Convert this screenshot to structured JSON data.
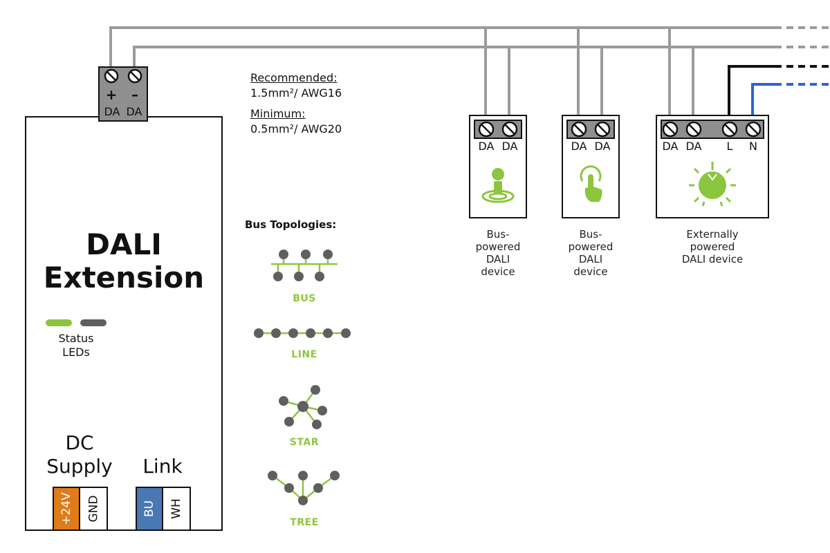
{
  "main_unit": {
    "title_line1": "DALI",
    "title_line2": "Extension",
    "status_label_line1": "Status",
    "status_label_line2": "LEDs",
    "dc_label_line1": "DC",
    "dc_label_line2": "Supply",
    "link_label": "Link",
    "terminals": {
      "plus": "+",
      "minus": "–",
      "da1": "DA",
      "da2": "DA",
      "v24": "+24V",
      "gnd": "GND",
      "bu": "BU",
      "wh": "WH"
    }
  },
  "cable_spec": {
    "recommended_label": "Recommended:",
    "recommended_value": "1.5mm²/ AWG16",
    "minimum_label": "Minimum:",
    "minimum_value": "0.5mm²/ AWG20"
  },
  "topologies": {
    "heading": "Bus Topologies:",
    "items": [
      "BUS",
      "LINE",
      "STAR",
      "TREE"
    ]
  },
  "devices": [
    {
      "terminals": [
        "DA",
        "DA"
      ],
      "caption": [
        "Bus-",
        "powered",
        "DALI",
        "device"
      ]
    },
    {
      "terminals": [
        "DA",
        "DA"
      ],
      "caption": [
        "Bus-",
        "powered",
        "DALI",
        "device"
      ]
    },
    {
      "terminals": [
        "DA",
        "DA",
        "L",
        "N"
      ],
      "caption": [
        "Externally",
        "powered",
        "DALI device"
      ]
    }
  ],
  "colors": {
    "green": "#8cc63f",
    "grey": "#5f5f5f",
    "wire_grey": "#9b9b9b",
    "orange": "#e07b1a",
    "blue": "#4a78b5",
    "live_blue": "#2b63d6",
    "terminal": "#8f8f8f"
  }
}
